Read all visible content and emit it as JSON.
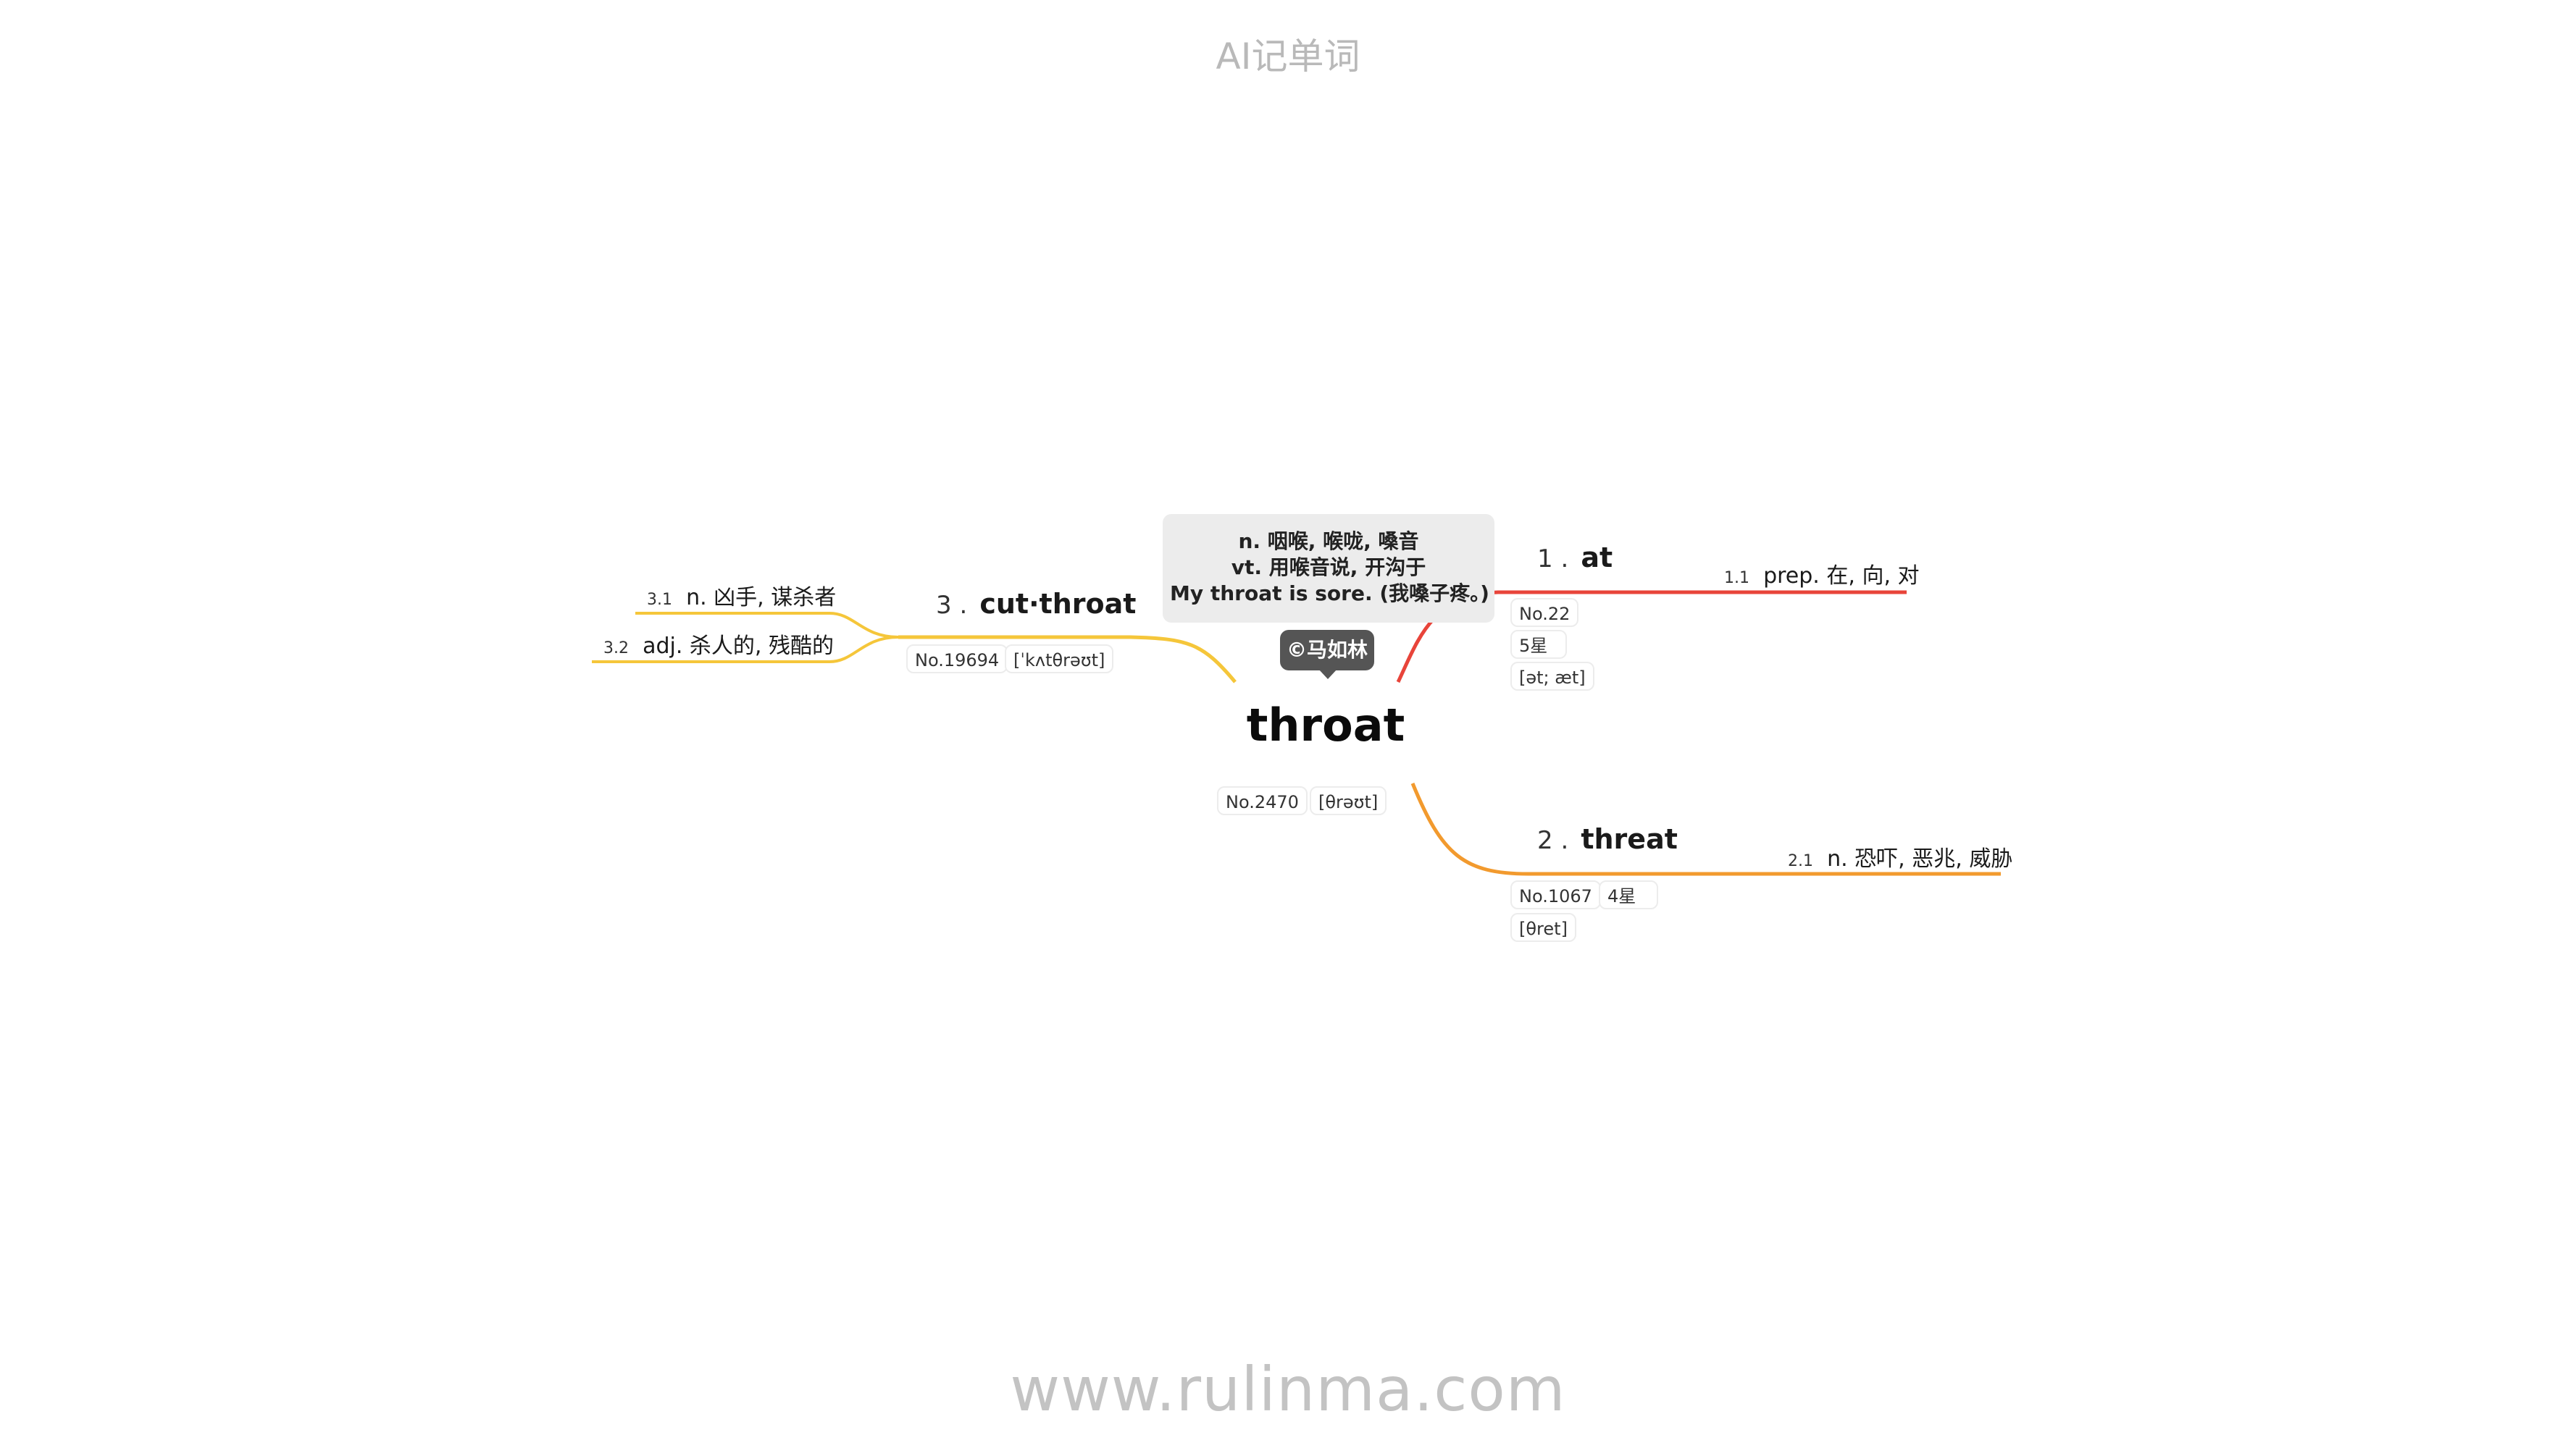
{
  "site_title": "AI记单词",
  "watermark": "www.rulinma.com",
  "center": {
    "word": "throat",
    "rank": "No.2470",
    "phonetic": "[θrəʊt]",
    "definitions": [
      "n. 咽喉, 喉咙, 嗓音",
      "vt. 用喉音说, 开沟于",
      "My throat is sore. (我嗓子疼。)"
    ],
    "author": "©马如林"
  },
  "colors": {
    "at": "#e8443a",
    "threat": "#f29a2e",
    "cutthroat": "#f5c63a"
  },
  "branches": [
    {
      "num": "1 .",
      "word": "at",
      "tags": [
        "No.22",
        "5星",
        "[ət; æt]"
      ],
      "senses": [
        {
          "num": "1.1",
          "text": "prep. 在, 向, 对"
        }
      ]
    },
    {
      "num": "2 .",
      "word": "threat",
      "tags": [
        "No.1067",
        "4星",
        "[θret]"
      ],
      "senses": [
        {
          "num": "2.1",
          "text": "n. 恐吓, 恶兆, 威胁"
        }
      ]
    },
    {
      "num": "3 .",
      "word": "cut·throat",
      "tags": [
        "No.19694",
        "[ˈkʌtθrəʊt]"
      ],
      "senses": [
        {
          "num": "3.1",
          "text": "n. 凶手, 谋杀者"
        },
        {
          "num": "3.2",
          "text": "adj. 杀人的, 残酷的"
        }
      ]
    }
  ]
}
